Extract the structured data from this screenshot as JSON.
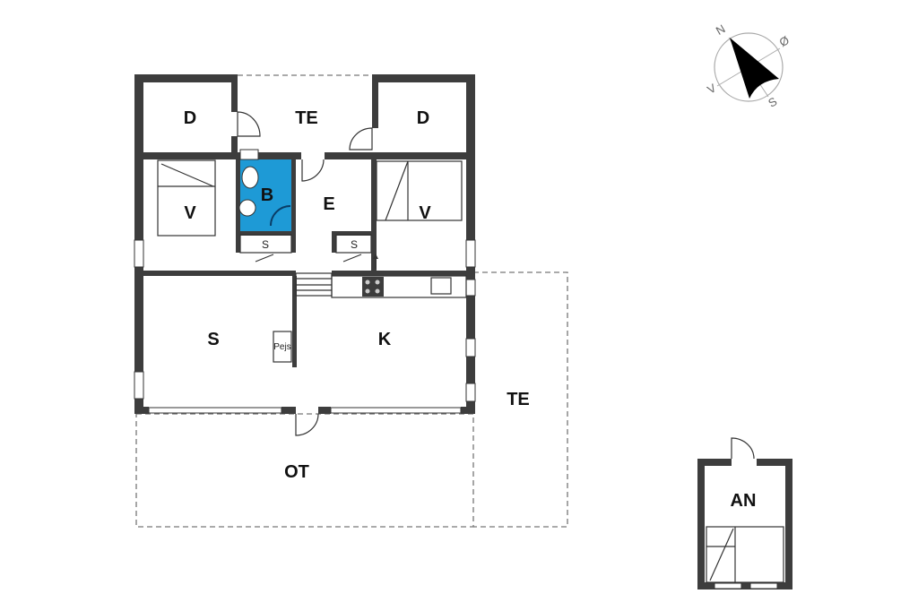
{
  "rooms": {
    "d_left": "D",
    "te_top": "TE",
    "d_right": "D",
    "v_left": "V",
    "b": "B",
    "e": "E",
    "v_right": "V",
    "s_closet_1": "S",
    "s_closet_2": "S",
    "s": "S",
    "pejs": "Pejs",
    "k": "K",
    "te_right": "TE",
    "ot": "OT",
    "an": "AN"
  },
  "compass": {
    "n": "N",
    "e": "Ø",
    "s": "S",
    "w": "V"
  },
  "colors": {
    "wall": "#3d3d3d",
    "bathroom": "#1e9ad6"
  }
}
